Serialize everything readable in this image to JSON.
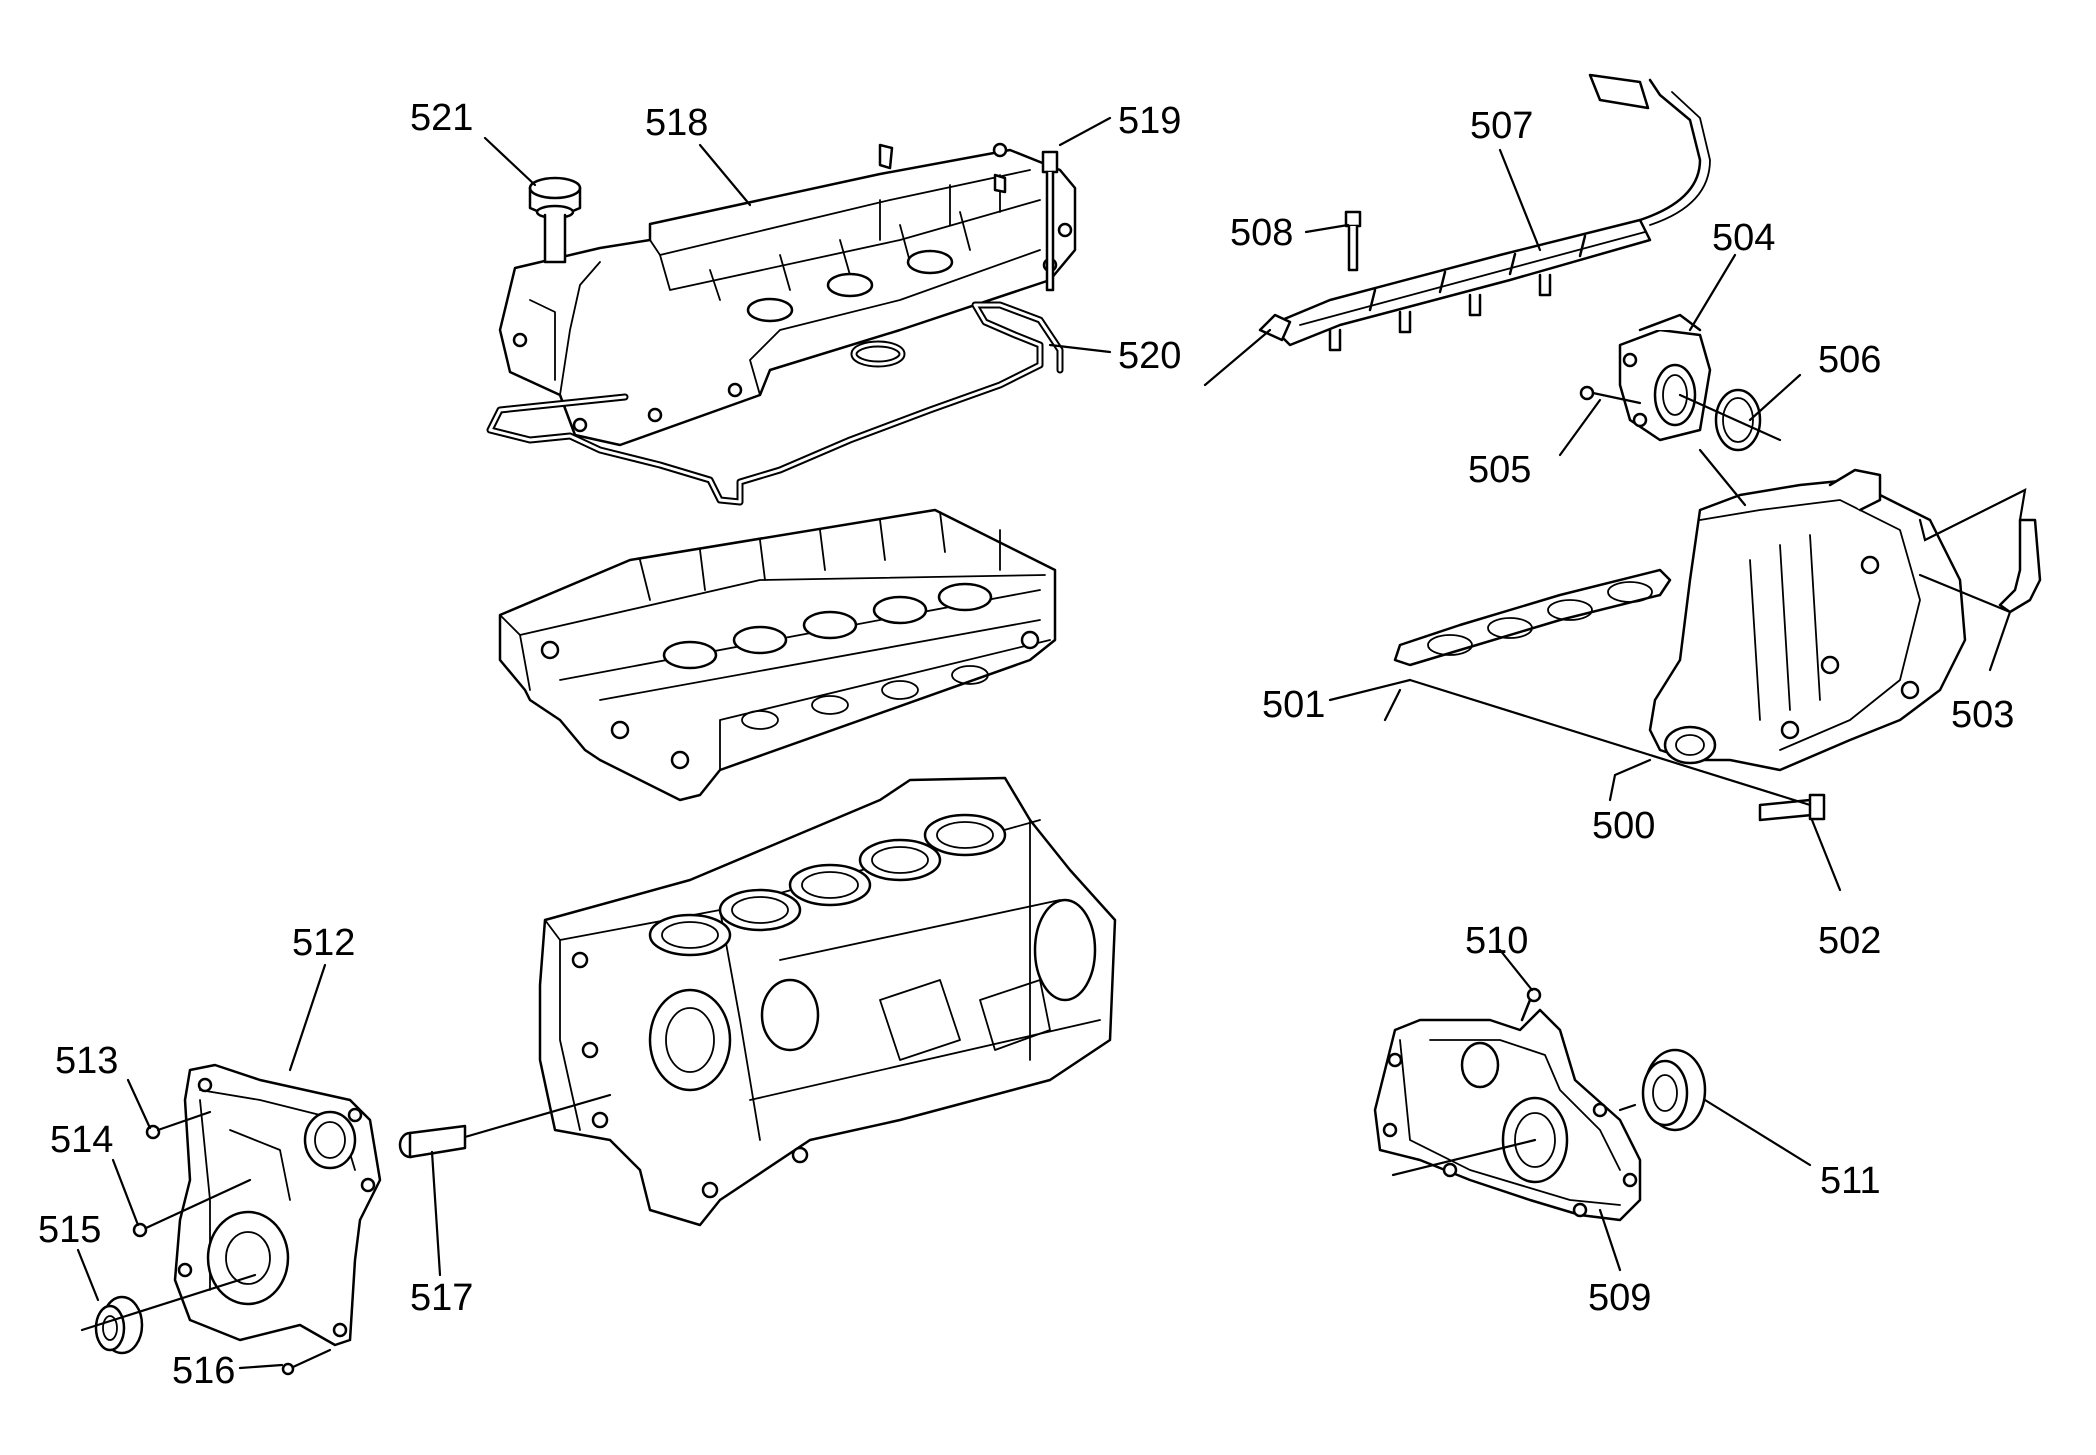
{
  "diagram": {
    "callouts": {
      "c500": "500",
      "c501": "501",
      "c502": "502",
      "c503": "503",
      "c504": "504",
      "c505": "505",
      "c506": "506",
      "c507": "507",
      "c508": "508",
      "c509": "509",
      "c510": "510",
      "c511": "511",
      "c512": "512",
      "c513": "513",
      "c514": "514",
      "c515": "515",
      "c516": "516",
      "c517": "517",
      "c518": "518",
      "c519": "519",
      "c520": "520",
      "c521": "521"
    }
  }
}
